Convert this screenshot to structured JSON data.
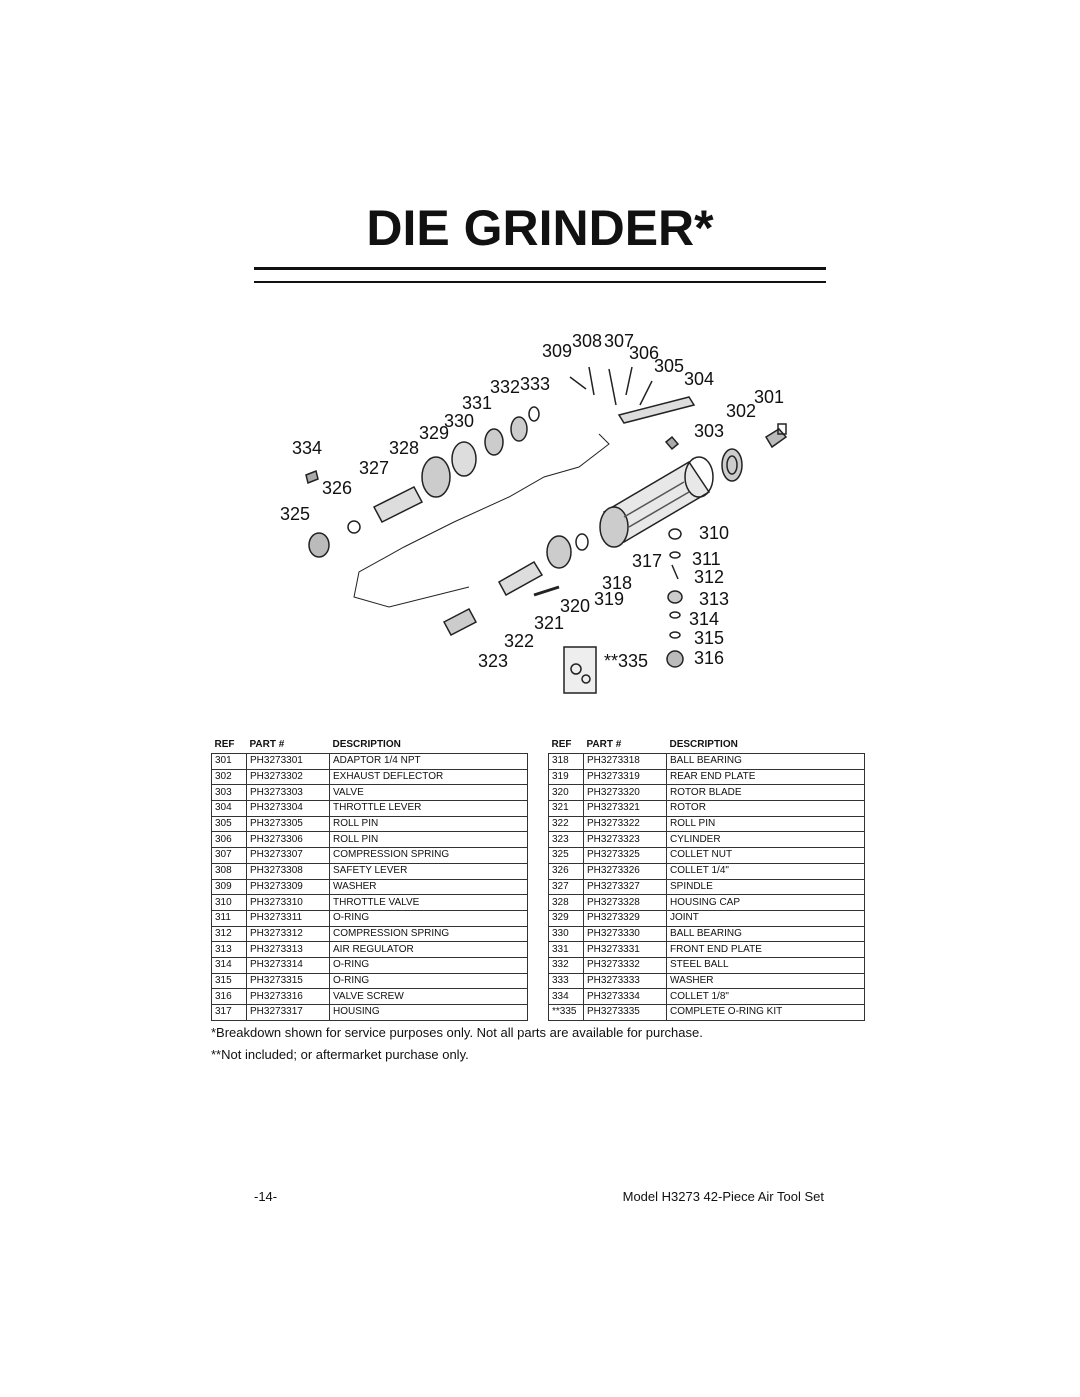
{
  "title": "DIE GRINDER*",
  "diagram": {
    "callouts": [
      "309",
      "308",
      "307",
      "306",
      "305",
      "304",
      "301",
      "302",
      "303",
      "332",
      "333",
      "331",
      "330",
      "329",
      "334",
      "328",
      "327",
      "326",
      "325",
      "310",
      "317",
      "311",
      "318",
      "312",
      "320",
      "319",
      "313",
      "321",
      "314",
      "322",
      "315",
      "323",
      "**335",
      "316"
    ]
  },
  "table": {
    "headers": {
      "ref": "REF",
      "part": "PART #",
      "desc": "DESCRIPTION"
    },
    "left_rows": [
      [
        "301",
        "PH3273301",
        "ADAPTOR 1/4 NPT"
      ],
      [
        "302",
        "PH3273302",
        "EXHAUST DEFLECTOR"
      ],
      [
        "303",
        "PH3273303",
        "VALVE"
      ],
      [
        "304",
        "PH3273304",
        "THROTTLE LEVER"
      ],
      [
        "305",
        "PH3273305",
        "ROLL PIN"
      ],
      [
        "306",
        "PH3273306",
        "ROLL PIN"
      ],
      [
        "307",
        "PH3273307",
        "COMPRESSION SPRING"
      ],
      [
        "308",
        "PH3273308",
        "SAFETY LEVER"
      ],
      [
        "309",
        "PH3273309",
        "WASHER"
      ],
      [
        "310",
        "PH3273310",
        "THROTTLE VALVE"
      ],
      [
        "311",
        "PH3273311",
        "O-RING"
      ],
      [
        "312",
        "PH3273312",
        "COMPRESSION SPRING"
      ],
      [
        "313",
        "PH3273313",
        "AIR REGULATOR"
      ],
      [
        "314",
        "PH3273314",
        "O-RING"
      ],
      [
        "315",
        "PH3273315",
        "O-RING"
      ],
      [
        "316",
        "PH3273316",
        "VALVE SCREW"
      ],
      [
        "317",
        "PH3273317",
        "HOUSING"
      ]
    ],
    "right_rows": [
      [
        "318",
        "PH3273318",
        "BALL BEARING"
      ],
      [
        "319",
        "PH3273319",
        "REAR END PLATE"
      ],
      [
        "320",
        "PH3273320",
        "ROTOR BLADE"
      ],
      [
        "321",
        "PH3273321",
        "ROTOR"
      ],
      [
        "322",
        "PH3273322",
        "ROLL PIN"
      ],
      [
        "323",
        "PH3273323",
        "CYLINDER"
      ],
      [
        "325",
        "PH3273325",
        "COLLET NUT"
      ],
      [
        "326",
        "PH3273326",
        "COLLET 1/4\""
      ],
      [
        "327",
        "PH3273327",
        "SPINDLE"
      ],
      [
        "328",
        "PH3273328",
        "HOUSING CAP"
      ],
      [
        "329",
        "PH3273329",
        "JOINT"
      ],
      [
        "330",
        "PH3273330",
        "BALL BEARING"
      ],
      [
        "331",
        "PH3273331",
        "FRONT END PLATE"
      ],
      [
        "332",
        "PH3273332",
        "STEEL BALL"
      ],
      [
        "333",
        "PH3273333",
        "WASHER"
      ],
      [
        "334",
        "PH3273334",
        "COLLET 1/8\""
      ],
      [
        "**335",
        "PH3273335",
        "COMPLETE O-RING KIT"
      ]
    ]
  },
  "notes": {
    "n1": "*Breakdown shown for service purposes only. Not all parts are available for purchase.",
    "n2": "**Not included; or aftermarket purchase only."
  },
  "footer": {
    "page": "-14-",
    "model": "Model H3273 42-Piece Air Tool Set"
  }
}
